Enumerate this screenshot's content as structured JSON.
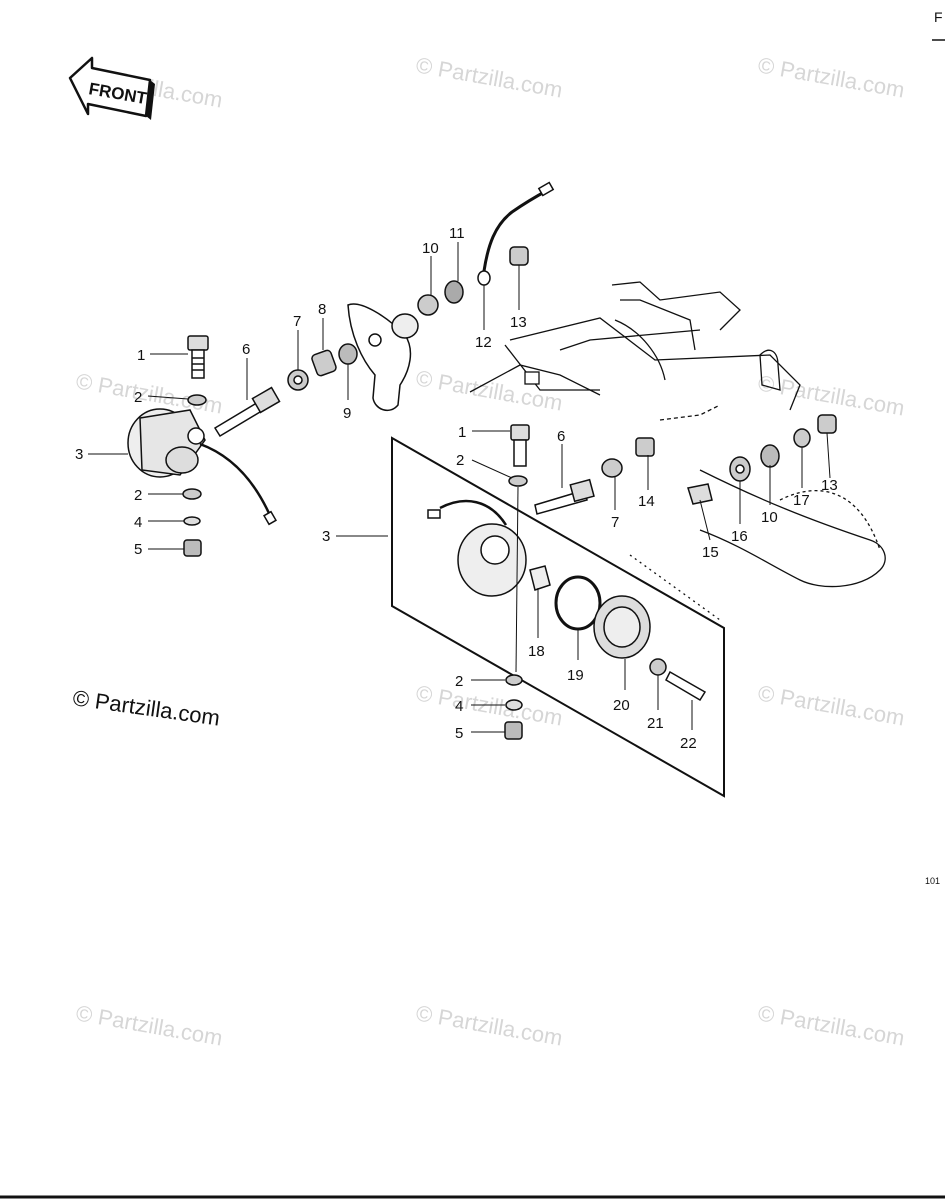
{
  "header": {
    "corner_letter": "F",
    "front_label": "FRONT"
  },
  "copyright": "© Partzilla.com",
  "watermark_text": "© Partzilla.com",
  "figure_code": "101",
  "callouts": {
    "c1": "1",
    "c2": "2",
    "c3": "3",
    "c4": "4",
    "c5": "5",
    "c6": "6",
    "c7": "7",
    "c8": "8",
    "c9": "9",
    "c10": "10",
    "c11": "11",
    "c12": "12",
    "c13": "13",
    "c14": "14",
    "c15": "15",
    "c16": "16",
    "c17": "17",
    "c18": "18",
    "c19": "19",
    "c20": "20",
    "c21": "21",
    "c22": "22"
  },
  "colors": {
    "ink": "#111111",
    "watermark": "#d6d6d6",
    "background": "#ffffff"
  }
}
